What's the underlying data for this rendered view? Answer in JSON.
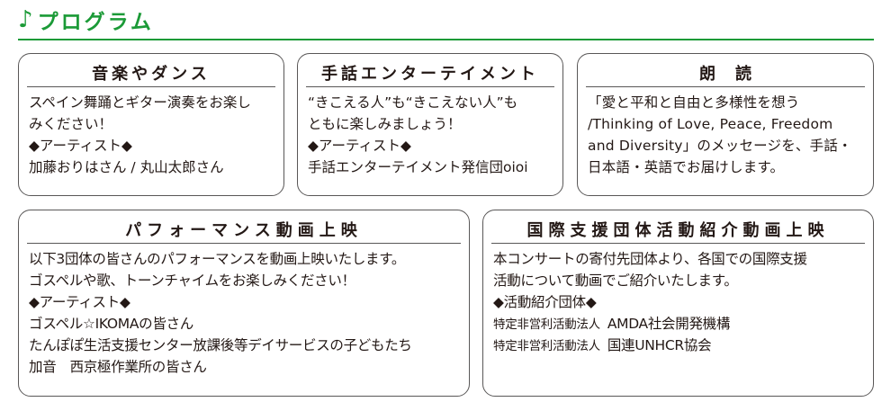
{
  "header": {
    "note_icon": "♪",
    "title": "プログラム",
    "color": "#1b9a37"
  },
  "cards": {
    "music": {
      "title": "音楽やダンス",
      "lines": [
        "スペイン舞踊とギター演奏をお楽し",
        "みください！",
        "◆アーティスト◆",
        "加藤おりはさん / 丸山太郎さん"
      ]
    },
    "sign": {
      "title": "手話エンターテイメント",
      "lines": [
        "“きこえる人”も“きこえない人”も",
        "ともに楽しみましょう！",
        "◆アーティスト◆",
        "手話エンターテイメント発信団oioi"
      ]
    },
    "reading": {
      "title": "朗読",
      "lines": [
        "「愛と平和と自由と多様性を想う",
        "/Thinking of Love, Peace, Freedom",
        "and Diversity」のメッセージを、手話・",
        "日本語・英語でお届けします。"
      ]
    },
    "video": {
      "title": "パフォーマンス動画上映",
      "lines": [
        "以下3団体の皆さんのパフォーマンスを動画上映いたします。",
        "ゴスペルや歌、トーンチャイムをお楽しみください！",
        "◆アーティスト◆",
        "ゴスペル☆IKOMAの皆さん",
        "たんぽぽ生活支援センター放課後等デイサービスの子どもたち",
        "加音　西京極作業所の皆さん"
      ]
    },
    "intl": {
      "title": "国際支援団体活動紹介動画上映",
      "lines": [
        "本コンサートの寄付先団体より、各国での国際支援",
        "活動について動画でご紹介いたします。",
        "◆活動紹介団体◆"
      ],
      "orgs": [
        {
          "type": "特定非営利活動法人",
          "name": "AMDA社会開発機構"
        },
        {
          "type": "特定非営利活動法人",
          "name": "国連UNHCR協会"
        }
      ]
    }
  }
}
